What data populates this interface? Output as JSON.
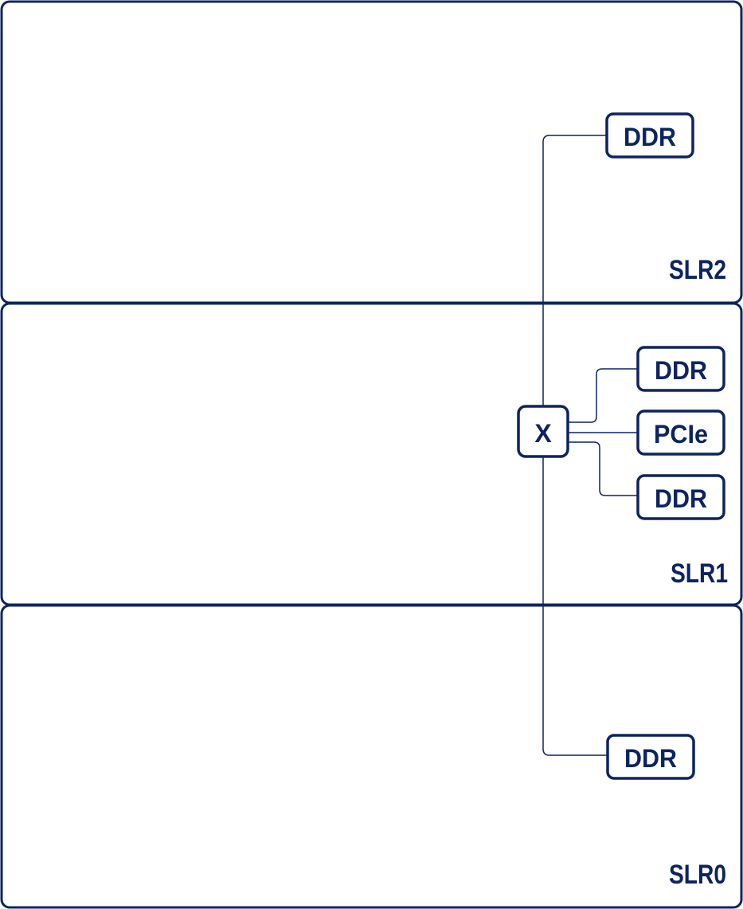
{
  "colors": {
    "primary": "#0c2461",
    "background": "#ffffff"
  },
  "regions": [
    {
      "label": "SLR2"
    },
    {
      "label": "SLR1"
    },
    {
      "label": "SLR0"
    }
  ],
  "blocks": {
    "slr2_ddr": "DDR",
    "slr1_ddr_top": "DDR",
    "slr1_pcie": "PCIe",
    "slr1_ddr_bottom": "DDR",
    "switch": "X",
    "slr0_ddr": "DDR"
  }
}
